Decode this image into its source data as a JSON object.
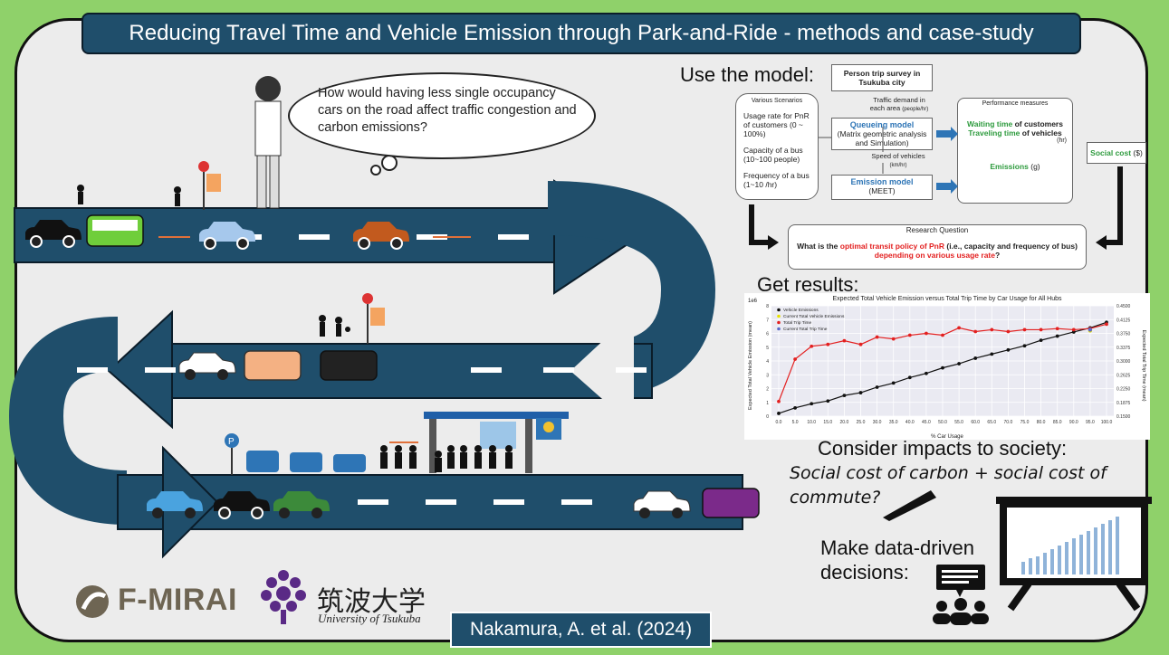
{
  "title": "Reducing Travel Time and Vehicle Emission through Park-and-Ride - methods and case-study",
  "speech_bubble": "How would having less single occupancy cars on the road affect traffic congestion and carbon emissions?",
  "sections": {
    "use_model": "Use the model:",
    "get_results": "Get results:",
    "consider_impacts": "Consider impacts to society:",
    "social_cost": "Social cost of carbon + social cost of commute?",
    "data_driven": "Make data-driven decisions:"
  },
  "model_diagram": {
    "survey": "Person trip survey in Tsukuba city",
    "traffic_demand": "Traffic demand in each area",
    "traffic_unit": "(people/hr)",
    "scenarios_title": "Various Scenarios",
    "scenario_1": "Usage rate for PnR of customers (0 ~ 100%)",
    "scenario_2": "Capacity of a bus (10~100 people)",
    "scenario_3": "Frequency of a bus (1~10 /hr)",
    "queueing_title": "Queueing model",
    "queueing_sub": "(Matrix geometric analysis and Simulation)",
    "speed": "Speed of vehicles",
    "speed_unit": "(km/hr)",
    "emission_title": "Emission model",
    "emission_sub": "(MEET)",
    "perf_title": "Performance measures",
    "waiting_a": "Waiting time",
    "waiting_b": " of customers",
    "traveling_a": "Traveling time",
    "traveling_b": " of vehicles",
    "hr_unit": "(hr)",
    "emissions_a": "Emissions",
    "emissions_b": " (g)",
    "social_cost_a": "Social cost",
    "social_cost_b": " ($)",
    "rq_title": "Research Question",
    "rq_1": "What is the ",
    "rq_2": "optimal transit policy of PnR",
    "rq_3": " (i.e., capacity and frequency of bus)",
    "rq_4": "depending on various usage rate",
    "rq_5": "?"
  },
  "chart_data": {
    "type": "line",
    "title": "Expected Total Vehicle Emission versus Total Trip Time by Car Usage for All Hubs",
    "xlabel": "% Car Usage",
    "ylabel_left": "Expected Total Vehicle Emission (mean)",
    "ylabel_right": "Expected Total Trip Time (mean)",
    "left_multiplier": "1e6",
    "x": [
      0,
      5,
      10,
      15,
      20,
      25,
      30,
      35,
      40,
      45,
      50,
      55,
      60,
      65,
      70,
      75,
      80,
      85,
      90,
      95,
      100
    ],
    "x_tick_labels": [
      "0.0",
      "5.0",
      "10.0",
      "15.0",
      "20.0",
      "25.0",
      "30.0",
      "35.0",
      "40.0",
      "45.0",
      "50.0",
      "55.0",
      "60.0",
      "65.0",
      "70.0",
      "75.0",
      "80.0",
      "85.0",
      "90.0",
      "95.0",
      "100.0"
    ],
    "y_left_lim": [
      0,
      8
    ],
    "y_left_ticks": [
      "0",
      "1",
      "2",
      "3",
      "4",
      "5",
      "6",
      "7",
      "8"
    ],
    "y_right_lim": [
      0.15,
      0.45
    ],
    "y_right_ticks": [
      "0.1500",
      "0.1875",
      "0.2250",
      "0.2625",
      "0.3000",
      "0.3375",
      "0.3750",
      "0.4125",
      "0.4500"
    ],
    "series": [
      {
        "name": "Vehicle Emissions",
        "axis": "left",
        "color": "#111111",
        "values": [
          0.2,
          0.6,
          0.9,
          1.1,
          1.5,
          1.7,
          2.1,
          2.4,
          2.8,
          3.1,
          3.5,
          3.8,
          4.2,
          4.5,
          4.8,
          5.1,
          5.5,
          5.8,
          6.1,
          6.4,
          6.8
        ]
      },
      {
        "name": "Total Trip Time",
        "axis": "right",
        "color": "#e32020",
        "values": [
          0.19,
          0.305,
          0.34,
          0.345,
          0.355,
          0.345,
          0.365,
          0.36,
          0.37,
          0.375,
          0.37,
          0.39,
          0.38,
          0.385,
          0.38,
          0.385,
          0.385,
          0.388,
          0.385,
          0.388,
          0.4
        ]
      }
    ],
    "markers": [
      {
        "name": "Current Total Vehicle Emissions",
        "color": "#e8e000",
        "x": 95,
        "axis": "left",
        "value": 6.2
      },
      {
        "name": "Current Total Trip Time",
        "color": "#5a6acb",
        "x": 95,
        "axis": "right",
        "value": 0.385
      }
    ],
    "legend_position": "top-left",
    "grid": true
  },
  "footer": {
    "logo_fmirai": "F-MIRAI",
    "logo_tsukuba_jp": "筑波大学",
    "logo_tsukuba_en": "University of Tsukuba",
    "citation": "Nakamura, A. et al. (2024)"
  },
  "colors": {
    "background": "#8fd16a",
    "panel": "#ececec",
    "road": "#1f4e6b",
    "accent_blue": "#2e75b6",
    "accent_green": "#2e9b3e",
    "accent_red": "#e32020"
  }
}
